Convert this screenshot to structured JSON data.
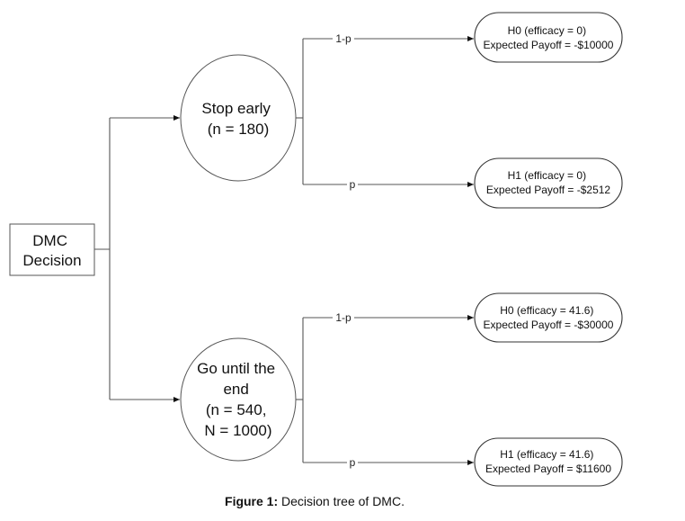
{
  "diagram": {
    "type": "decision-tree",
    "root": {
      "label_lines": [
        "DMC",
        "Decision"
      ]
    },
    "branches": [
      {
        "id": "stop-early",
        "label_lines": [
          "Stop early",
          "(n = 180)"
        ],
        "outcomes": [
          {
            "edge_label": "1-p",
            "lines": [
              "H0 (efficacy = 0)",
              "Expected Payoff = -$10000"
            ]
          },
          {
            "edge_label": "p",
            "lines": [
              "H1 (efficacy = 0)",
              "Expected Payoff = -$2512"
            ]
          }
        ]
      },
      {
        "id": "go-until-end",
        "label_lines": [
          "Go until the",
          "end",
          "(n = 540,",
          "N = 1000)"
        ],
        "outcomes": [
          {
            "edge_label": "1-p",
            "lines": [
              "H0 (efficacy = 41.6)",
              "Expected Payoff = -$30000"
            ]
          },
          {
            "edge_label": "p",
            "lines": [
              "H1 (efficacy = 41.6)",
              "Expected Payoff = $11600"
            ]
          }
        ]
      }
    ]
  },
  "caption": {
    "prefix": "Figure 1:",
    "text": " Decision tree of DMC."
  }
}
